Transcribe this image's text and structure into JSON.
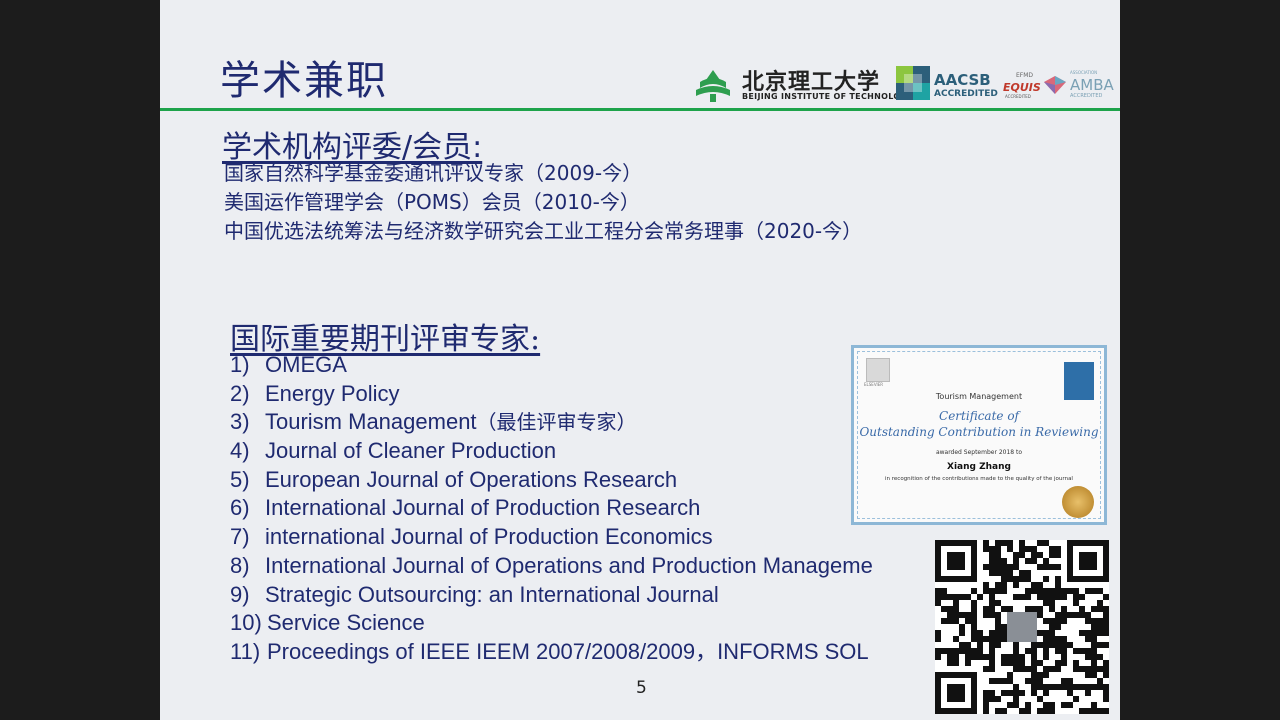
{
  "slide": {
    "title": "学术兼职",
    "page_number": "5"
  },
  "logos": {
    "bit_cn": "北京理工大学",
    "bit_en": "BEIJING INSTITUTE OF TECHNOLOGY",
    "aacsb": "AACSB",
    "aacsb_sub": "ACCREDITED",
    "efmd": "EFMD",
    "equis": "EQUIS",
    "equis_sub": "ACCREDITED",
    "amba_top": "ASSOCIATION",
    "amba": "AMBA",
    "amba_sub": "ACCREDITED"
  },
  "section1": {
    "heading": "学术机构评委/会员:",
    "items": [
      "国家自然科学基金委通讯评议专家（2009-今）",
      "美国运作管理学会（POMS）会员（2010-今）",
      "中国优选法统筹法与经济数学研究会工业工程分会常务理事（2020-今）"
    ]
  },
  "section2": {
    "heading": "国际重要期刊评审专家:",
    "items": [
      {
        "num": "1)",
        "text": "OMEGA",
        "note": ""
      },
      {
        "num": "2)",
        "text": "Energy Policy",
        "note": ""
      },
      {
        "num": "3)",
        "text": "Tourism Management",
        "note": "（最佳评审专家）"
      },
      {
        "num": "4)",
        "text": "Journal of Cleaner Production",
        "note": ""
      },
      {
        "num": "5)",
        "text": "European Journal of Operations Research",
        "note": ""
      },
      {
        "num": "6)",
        "text": "International Journal of Production Research",
        "note": ""
      },
      {
        "num": "7)",
        "text": "international Journal of Production Economics",
        "note": ""
      },
      {
        "num": "8)",
        "text": "International Journal of Operations and Production Manageme",
        "note": ""
      },
      {
        "num": "9)",
        "text": "Strategic Outsourcing: an International Journal",
        "note": ""
      },
      {
        "num": "10)",
        "text": "Service Science",
        "note": ""
      },
      {
        "num": "11)",
        "text": "Proceedings of IEEE IEEM 2007/2008/2009，INFORMS SOL",
        "note": ""
      }
    ]
  },
  "certificate": {
    "publisher": "ELSEVIER",
    "journal": "Tourism Management",
    "title_line1": "Certificate of",
    "title_line2": "Outstanding Contribution in Reviewing",
    "date": "awarded September 2018 to",
    "name": "Xiang Zhang",
    "recognition": "in recognition of the contributions made to the quality of the journal"
  },
  "colors": {
    "text_blue": "#1f2a70",
    "rule_green": "#1ea34b",
    "background": "#eceef2"
  }
}
